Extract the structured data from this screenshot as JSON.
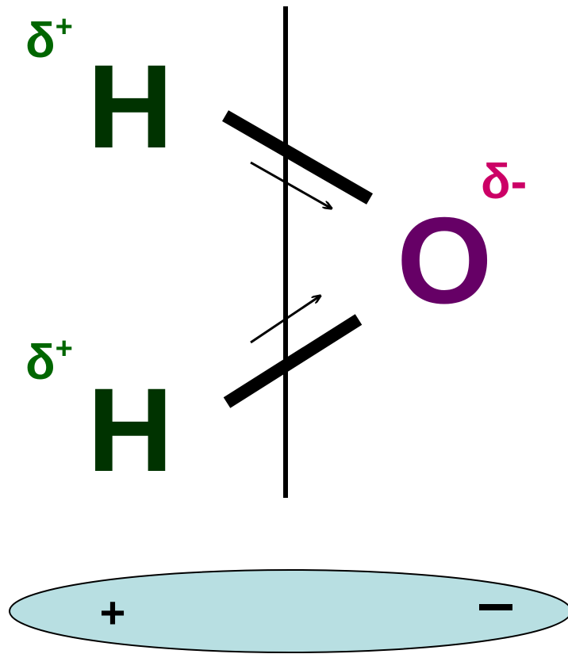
{
  "molecule": {
    "hydrogen_top": {
      "symbol": "H",
      "charge_base": "δ",
      "charge_sign": "+"
    },
    "hydrogen_bottom": {
      "symbol": "H",
      "charge_base": "δ",
      "charge_sign": "+"
    },
    "oxygen": {
      "symbol": "O",
      "charge": "δ-"
    }
  },
  "plate": {
    "positive_sign": "+",
    "negative_sign": "−"
  },
  "colors": {
    "hydrogen": "#003300",
    "hydrogen_charge": "#006600",
    "oxygen": "#660066",
    "oxygen_charge": "#cc0066",
    "bond": "#000000",
    "plate_fill": "#b8dfe2",
    "plate_stroke": "#000000"
  }
}
